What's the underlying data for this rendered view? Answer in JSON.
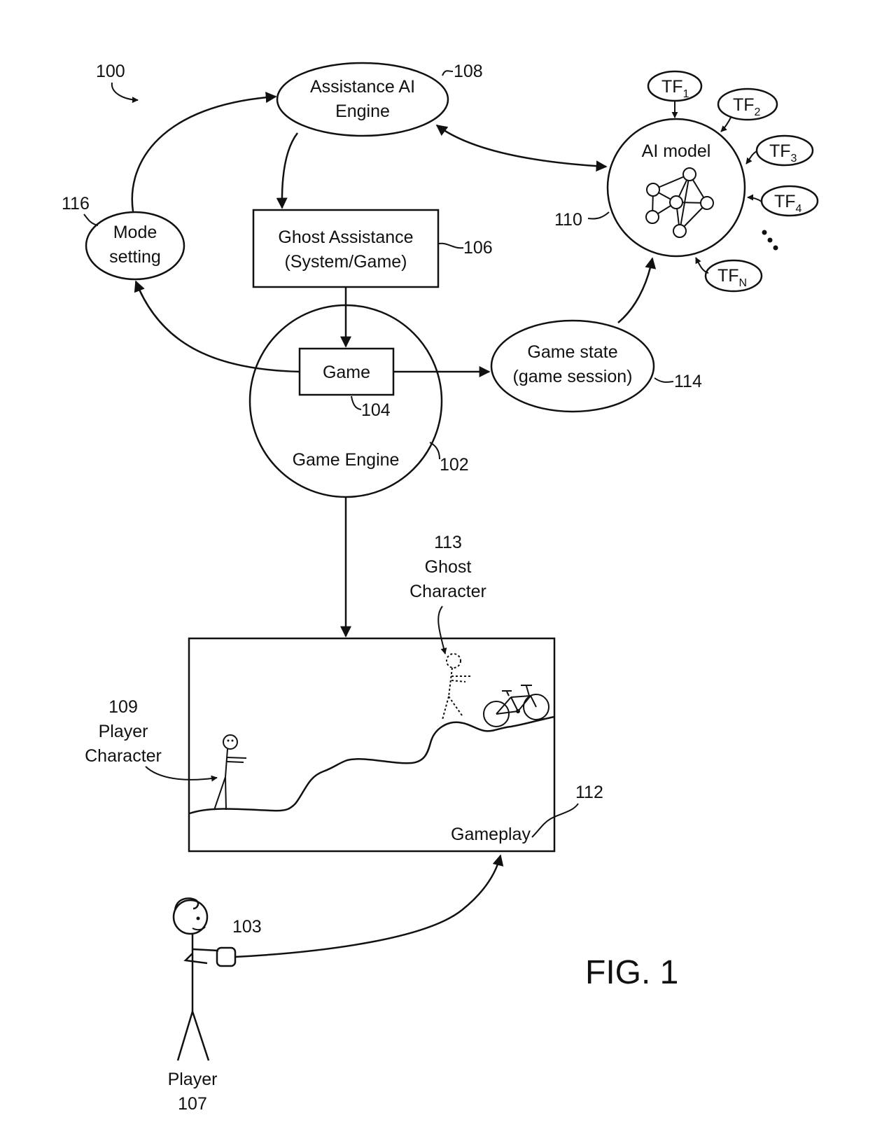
{
  "diagram": {
    "ref_system": "100",
    "assistance_ai_engine": {
      "line1": "Assistance AI",
      "line2": "Engine",
      "ref": "108"
    },
    "ghost_assistance": {
      "line1": "Ghost Assistance",
      "line2": "(System/Game)",
      "ref": "106"
    },
    "mode_setting": {
      "line1": "Mode",
      "line2": "setting",
      "ref": "116"
    },
    "game": {
      "label": "Game",
      "ref": "104"
    },
    "game_engine": {
      "label": "Game Engine",
      "ref": "102"
    },
    "game_state": {
      "line1": "Game state",
      "line2": "(game session)",
      "ref": "114"
    },
    "ai_model": {
      "label": "AI model",
      "ref": "110"
    },
    "training_factors": [
      {
        "base": "TF",
        "sub": "1"
      },
      {
        "base": "TF",
        "sub": "2"
      },
      {
        "base": "TF",
        "sub": "3"
      },
      {
        "base": "TF",
        "sub": "4"
      },
      {
        "base": "TF",
        "sub": "N"
      }
    ],
    "ghost_character": {
      "ref": "113",
      "line1": "Ghost",
      "line2": "Character"
    },
    "player_character": {
      "ref": "109",
      "line1": "Player",
      "line2": "Character"
    },
    "gameplay": {
      "label": "Gameplay",
      "ref": "112"
    },
    "controller": {
      "ref": "103"
    },
    "player": {
      "label": "Player",
      "ref": "107"
    },
    "figure_label": "FIG. 1"
  }
}
